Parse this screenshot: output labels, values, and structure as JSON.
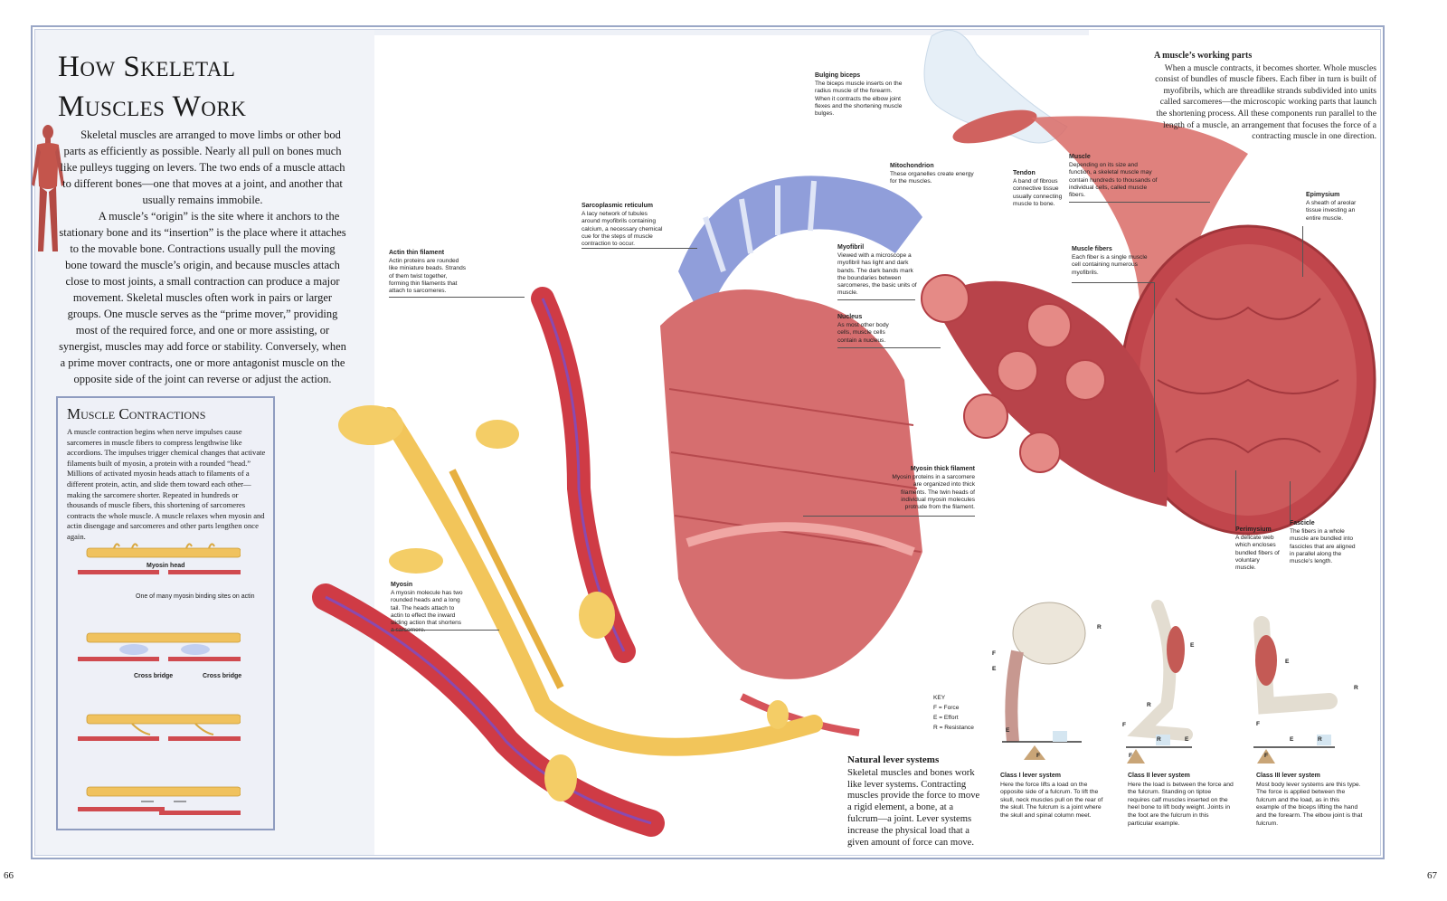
{
  "page": {
    "title_line1": "How Skeletal",
    "title_line2": "Muscles Work",
    "page_left": "66",
    "page_right": "67"
  },
  "intro": [
    "Skeletal muscles are arranged to move limbs or other bod parts as efficiently as possible. Nearly all pull on bones much like pulleys tugging on levers. The two ends of a muscle attach to different bones—one that moves at a joint, and another that usually remains immobile.",
    "A muscle’s “origin” is the site where it anchors to the stationary bone and its “insertion” is the place where it attaches to the movable bone. Contractions usually pull the moving bone toward the muscle’s origin, and because muscles attach close to most joints, a small contraction can produce a major movement. Skeletal muscles often work in pairs or larger groups. One muscle serves as the “prime mover,” providing most of the required force, and one or more assisting, or synergist, muscles may add force or stability. Conversely, when a prime mover contracts, one or more antagonist muscle on the opposite side of the joint can reverse or adjust the action."
  ],
  "sidebar": {
    "title": "Muscle Contractions",
    "text": "A muscle contraction begins when nerve impulses cause sarcomeres in muscle fibers to compress lengthwise like accordions. The impulses trigger chemical changes that activate filaments built of myosin, a protein with a rounded “head.” Millions of activated myosin heads attach to filaments of a different protein, actin, and slide them toward each other—making the sarcomere shorter. Repeated in hundreds or thousands of muscle fibers, this shortening of sarcomeres contracts the whole muscle. A muscle relaxes when myosin and actin disengage and sarcomeres and other parts lengthen once again.",
    "label_myosin_head": "Myosin head",
    "label_binding": "One of many myosin binding sites on actin",
    "label_cross1": "Cross bridge",
    "label_cross2": "Cross bridge"
  },
  "captions": {
    "bulging": {
      "title": "Bulging biceps",
      "text": "The biceps muscle inserts on the radius muscle of the forearm. When it contracts the elbow joint flexes and the shortening muscle bulges."
    },
    "working": {
      "title": "A muscle’s working parts",
      "text": "When a muscle contracts, it becomes shorter. Whole muscles consist of bundles of muscle fibers. Each fiber in turn is built of myofibrils, which are threadlike strands subdivided into units called sarcomeres—the microscopic working parts that launch the shortening process. All these components run parallel to the length of a muscle, an arrangement that focuses the force of a contracting muscle in one direction."
    },
    "mito": {
      "title": "Mitochondrion",
      "text": "These organelles create energy for the muscles."
    },
    "tendon": {
      "title": "Tendon",
      "text": "A band of fibrous connective tissue usually connecting muscle to bone."
    },
    "muscle": {
      "title": "Muscle",
      "text": "Depending on its size and function, a skeletal muscle may contain hundreds to thousands of individual cells, called muscle fibers."
    },
    "sarco": {
      "title": "Sarcoplasmic reticulum",
      "text": "A lacy network of tubules around myofibrils containing calcium, a necessary chemical cue for the steps of muscle contraction to occur."
    },
    "epimysium": {
      "title": "Epimysium",
      "text": "A sheath of areolar tissue investing an entire muscle."
    },
    "actin": {
      "title": "Actin thin filament",
      "text": "Actin proteins are rounded like miniature beads. Strands of them twist together, forming thin filaments that attach to sarcomeres."
    },
    "myofibril": {
      "title": "Myofibril",
      "text": "Viewed with a microscope a myofibril has light and dark bands. The dark bands mark the boundaries between sarcomeres, the basic units of muscle."
    },
    "fibers": {
      "title": "Muscle fibers",
      "text": "Each fiber is a single muscle cell containing numerous myofibrils."
    },
    "nucleus": {
      "title": "Nucleus",
      "text": "As most other body cells, muscle cells contain a nucleus."
    },
    "thick": {
      "title": "Myosin thick filament",
      "text": "Myosin proteins in a sarcomere are organized into thick filaments. The twin heads of individual myosin molecules protrude from the filament."
    },
    "myosin": {
      "title": "Myosin",
      "text": "A myosin molecule has two rounded heads and a long tail. The heads attach to actin to effect the inward sliding action that shortens a sarcomere."
    },
    "perimysium": {
      "title": "Perimysium",
      "text": "A delicate web which encloses bundled fibers of voluntary muscle."
    },
    "fascicle": {
      "title": "Fascicle",
      "text": "The fibers in a whole muscle are bundled into fascicles that are aligned in parallel along the muscle’s length."
    }
  },
  "key": {
    "title": "KEY",
    "f": "F = Force",
    "e": "E = Effort",
    "r": "R = Resistance"
  },
  "levers": {
    "title": "Natural lever systems",
    "text": "Skeletal muscles and bones work like lever systems. Contracting muscles provide the force to move a rigid element, a bone, at a fulcrum—a joint. Lever systems increase the physical load that a given amount of force can move.",
    "c1": {
      "title": "Class I lever system",
      "text": "Here the force lifts a load on the opposite side of a fulcrum. To lift the skull, neck muscles pull on the rear of the skull. The fulcrum is a joint where the skull and spinal column meet."
    },
    "c2": {
      "title": "Class II lever system",
      "text": "Here the load is between the force and the fulcrum. Standing on tiptoe requires calf muscles inserted on the heel bone to lift body weight. Joints in the foot are the fulcrum in this particular example."
    },
    "c3": {
      "title": "Class III lever system",
      "text": "Most body lever systems are this type. The force is applied between the fulcrum and the load, as in this example of the biceps lifting the hand and the forearm. The elbow joint is that fulcrum."
    },
    "F": "F",
    "E": "E",
    "R": "R"
  },
  "colors": {
    "frame": "#9aa7c6",
    "muscle": "#c2424a",
    "myosin": "#f2c55a",
    "reticulum": "#7f8fd0"
  }
}
